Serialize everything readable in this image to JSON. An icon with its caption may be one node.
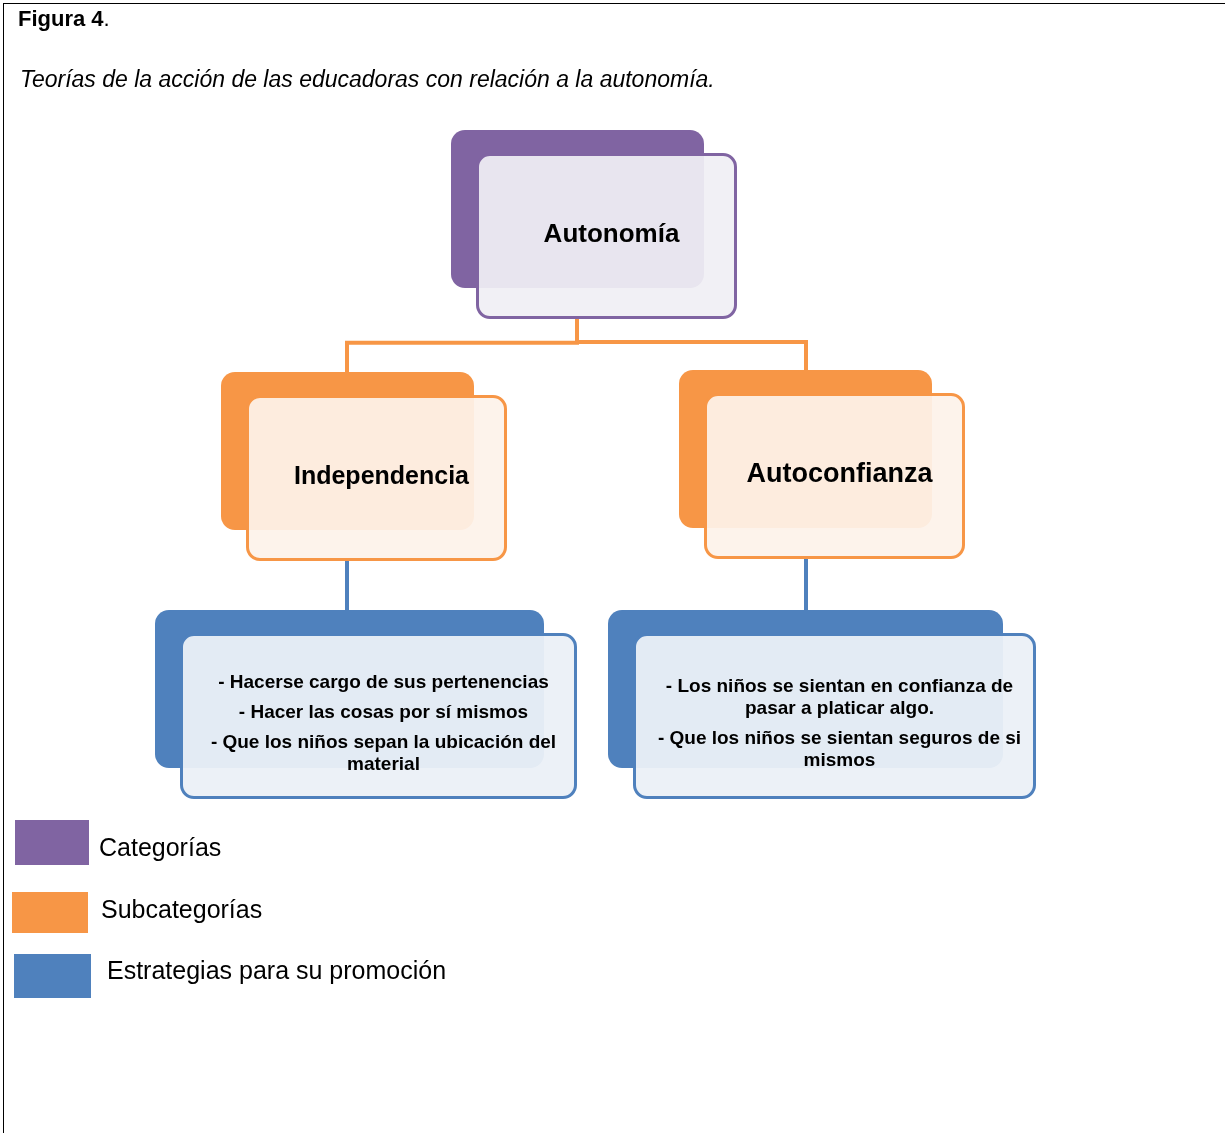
{
  "diagram": {
    "title": "**Figura 4**.",
    "caption": "Teorías de la acción de las educadoras con relación a la autonomía.",
    "nodes": [
      {
        "text": [
          "Autonomía"
        ]
      },
      {
        "text": [
          "Independencia"
        ]
      },
      {
        "text": [
          "Autoconfianza"
        ]
      },
      {
        "text": [
          "- Hacerse cargo de sus pertenencias",
          "- Hacer las cosas por sí mismos",
          "- Que los niños sepan la ubicación del material"
        ]
      },
      {
        "text": [
          "- Los niños se sientan en confianza de pasar a platicar algo.",
          "- Que los niños se sientan seguros de si mismos"
        ]
      }
    ],
    "edges": [
      {
        "from": 0,
        "to": 1,
        "arrow": "none",
        "color": "#f79646"
      },
      {
        "from": 0,
        "to": 2,
        "arrow": "none",
        "color": "#f79646"
      },
      {
        "from": 1,
        "to": 3,
        "arrow": "none",
        "color": "#4f81bd"
      },
      {
        "from": 2,
        "to": 4,
        "arrow": "none",
        "color": "#4f81bd"
      }
    ],
    "legend": [
      {
        "text": "Categorías",
        "color": "#8064a2"
      },
      {
        "text": "Subcategorías",
        "color": "#f79646"
      },
      {
        "text": "Estrategias para su promoción",
        "color": "#4f81bd"
      }
    ]
  }
}
